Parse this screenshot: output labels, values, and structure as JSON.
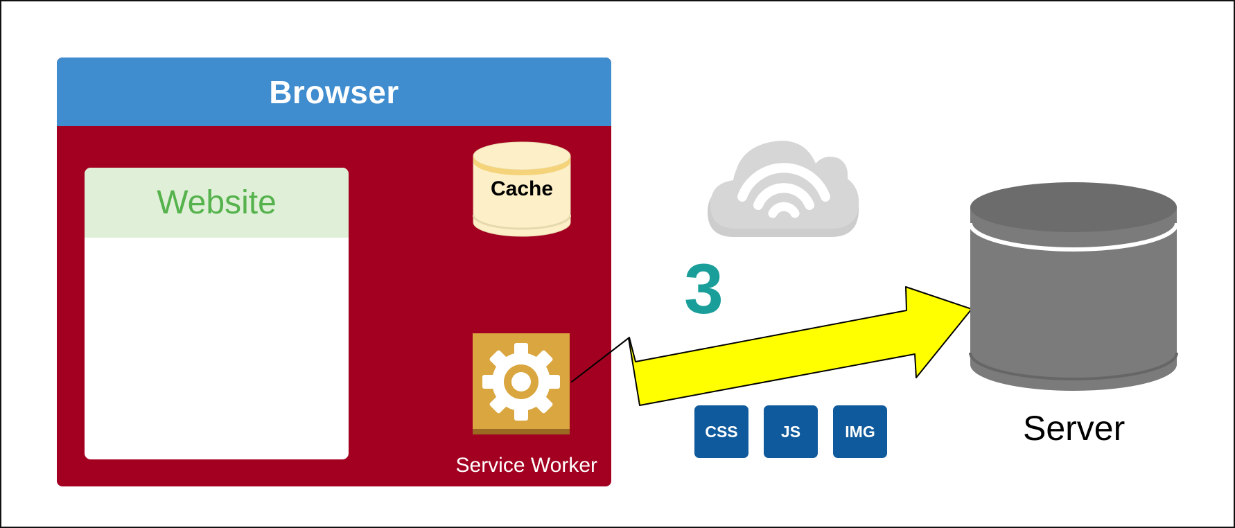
{
  "browser": {
    "title": "Browser",
    "color": "#a30021",
    "header_color": "#3f8ccf"
  },
  "website": {
    "title": "Website",
    "header_color": "#e0f0d8",
    "title_color": "#55b24c"
  },
  "cache": {
    "label": "Cache",
    "color": "#fdf0c8"
  },
  "service_worker": {
    "label": "Service Worker",
    "icon": "gear-icon",
    "color": "#d9a640"
  },
  "network": {
    "icon": "wifi-cloud-icon",
    "step": "3",
    "step_color": "#1a9e9a",
    "arrow_color": "#ffff00"
  },
  "assets": [
    {
      "label": "CSS"
    },
    {
      "label": "JS"
    },
    {
      "label": "IMG"
    }
  ],
  "server": {
    "label": "Server",
    "icon": "database-icon",
    "color": "#7b7b7b"
  }
}
